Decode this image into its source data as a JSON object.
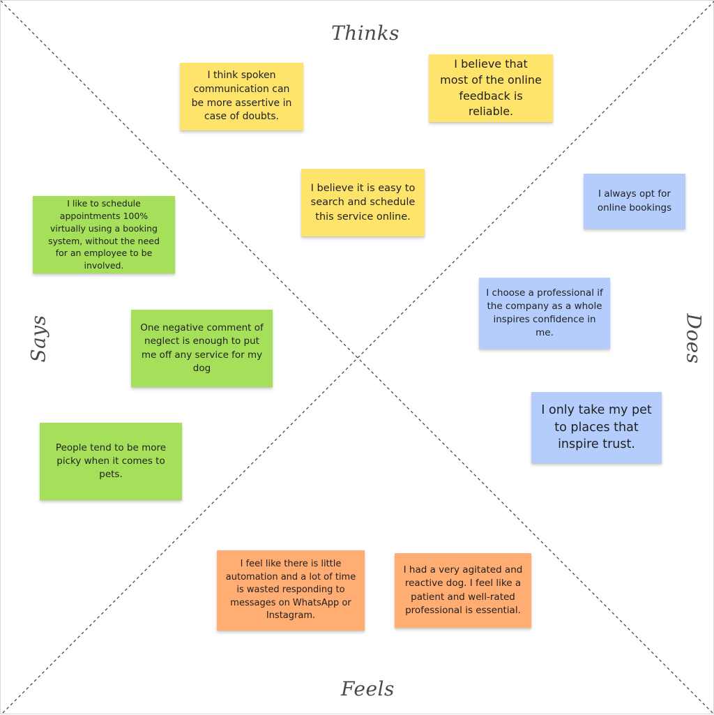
{
  "canvas": {
    "background": "#ffffff",
    "divider_color": "#444444"
  },
  "quadrants": {
    "thinks": "Thinks",
    "says": "Says",
    "does": "Does",
    "feels": "Feels"
  },
  "colors": {
    "yellow": "#ffe46b",
    "green": "#a6e05a",
    "blue": "#b4cdfc",
    "orange": "#ffad72"
  },
  "notes": {
    "thinks": [
      "I think spoken communication can be more assertive in case of doubts.",
      "I believe that most of the online feedback is reliable.",
      "I believe it is easy to search and schedule this service online."
    ],
    "says": [
      "I like to schedule appointments 100% virtually using a booking system, without the need for an employee to be involved.",
      "One negative comment of neglect is enough to put me off any service for my dog",
      "People tend to be more picky when it comes to pets."
    ],
    "does": [
      "I always opt for online bookings",
      "I choose a professional if the company as a whole inspires confidence in me.",
      "I only take my pet to places that inspire trust."
    ],
    "feels": [
      "I feel like there is little automation and a lot of time is wasted responding to messages on WhatsApp or Instagram.",
      "I had a very agitated and reactive dog. I feel like a patient and well-rated professional is essential."
    ]
  }
}
